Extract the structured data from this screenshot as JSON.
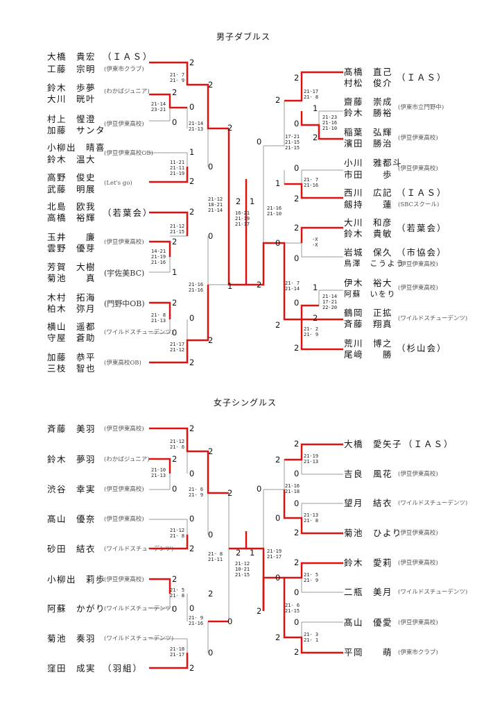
{
  "mens_doubles": {
    "title": "男子ダブルス",
    "pairs": [
      {
        "p1": "大橋　貴宏",
        "p2": "工藤　宗明",
        "club": "（ＩＡＳ）",
        "club2": "(伊東市クラブ)"
      },
      {
        "p1": "鈴木　歩夢",
        "p2": "大川　晄叶",
        "club": "(わかばジュニア)"
      },
      {
        "p1": "村上　惺澄",
        "p2": "加藤　サンタ",
        "club": "(伊豆伊東高校)"
      },
      {
        "p1": "小柳出　晴喜",
        "p2": "鈴木　温大",
        "club": "(伊豆伊東高校OB)"
      },
      {
        "p1": "高野　俊史",
        "p2": "武藤　明展",
        "club": "(Let's go)"
      },
      {
        "p1": "北島　欧我",
        "p2": "高橋　裕輝",
        "club": "（若葉会）"
      },
      {
        "p1": "玉井　　廉",
        "p2": "雲野　優芽",
        "club": "(伊豆伊東高校)"
      },
      {
        "p1": "芳賀　大樹",
        "p2": "菊池　　真",
        "club": "(宇佐美BC)"
      },
      {
        "p1": "木村　拓海",
        "p2": "柏木　弥月",
        "club": "(門野中OB)"
      },
      {
        "p1": "横山　遥都",
        "p2": "守屋　蒼助",
        "club": "(ワイルドスチューデンツ)"
      },
      {
        "p1": "加藤　恭平",
        "p2": "三枝　智也",
        "club": "(伊東高校OB)"
      },
      {
        "p1": "髙橋　直己",
        "p2": "村松　俊介",
        "club": "（ＩＡＳ）"
      },
      {
        "p1": "齋藤　崇成",
        "p2": "鈴木　勝裕",
        "club": "(伊東市立門野中)"
      },
      {
        "p1": "稲葉　弘輝",
        "p2": "濱田　勝治",
        "club": "(伊豆伊東高校)"
      },
      {
        "p1": "小川　雅都斗",
        "p2": "市田　　歩",
        "club": "(伊豆伊東高校)"
      },
      {
        "p1": "西川　広記",
        "p2": "劔持　　蓮",
        "club": "（ＩＡＳ）",
        "club2": "(SBCスクール)"
      },
      {
        "p1": "大川　和彦",
        "p2": "鈴木　貴敏",
        "club": "（若葉会）"
      },
      {
        "p1": "岩城　保久",
        "p2": "鳥澤　こうよう",
        "club": "（市協会）",
        "club2": "(伊豆伊東高校)"
      },
      {
        "p1": "伊木　裕大",
        "p2": "阿蘇　いをり",
        "club": "(伊豆伊東高校)"
      },
      {
        "p1": "鶴岡　正拡",
        "p2": "斉藤　翔真",
        "club": "(ワイルドスチューデンツ)"
      },
      {
        "p1": "荒川　博之",
        "p2": "尾﨑　　勝",
        "club": "（杉山会）"
      }
    ],
    "scores": {
      "l1a": "2",
      "l1b": "0",
      "l2a": "2",
      "l2b": "0",
      "l2c": "0",
      "l3a": "1",
      "l3b": "0",
      "l3c": "2",
      "l4a": "2",
      "l4b": "0",
      "l5a": "2",
      "l5b": "0",
      "l5c": "1",
      "l6a": "2",
      "l6b": "0",
      "l7a": "0",
      "l7b": "2",
      "l8a": "2",
      "l8b": "0",
      "l9a": "2",
      "l9b": "1",
      "lr2a": "2",
      "lr2b": "0",
      "lr2c": "2",
      "lr2d": "1",
      "lsf": "2",
      "lsf2": "1",
      "lq": "2",
      "lq2": "0",
      "r1a": "2",
      "r1b": "1",
      "r1c": "0",
      "r1d": "2",
      "r2a": "0",
      "r2b": "2",
      "r3a": "0",
      "r3b": "1",
      "r4a": "2",
      "r4b": "0",
      "r4c": "0",
      "r5a": "1",
      "r5b": "0",
      "r5c": "2",
      "r6a": "2",
      "rq1": "2",
      "rq2": "0",
      "rq3": "2",
      "rq4": "2",
      "rsf1": "0",
      "rsf2": "2",
      "f1": "2",
      "f2": "1"
    },
    "game_scores": {
      "g1": "21- 7\n21- 9",
      "g2": "21-14\n23-21",
      "g3": "21-14\n21-13",
      "g4": "11-21\n21-11\n21-19",
      "g5": "21-12\n21-15",
      "g6": "14-21\n21-19\n21-16",
      "g7": "21-16\n21-16",
      "g8": "21- 8\n21-13",
      "g9": "21-17\n21-12",
      "g10": "21-12\n18-21\n21-14",
      "gf": "16-21\n21-19\n21-17",
      "r1": "21-17\n21- 8",
      "r2": "21-23\n21-16\n21-10",
      "r3": "17-21\n21-15\n21-15",
      "r4": "21- 7\n21-16",
      "r5": "21-16\n21-10",
      "r6": "-X\n-X",
      "r7": "21- 7\n21-14",
      "r8": "21-14\n17-21\n22-20",
      "r9": "21- 2\n21- 9"
    }
  },
  "womens_singles": {
    "title": "女子シングルス",
    "players": [
      {
        "name": "斉藤　美羽",
        "club": "(伊豆伊東高校)"
      },
      {
        "name": "鈴木　夢羽",
        "club": "(わかばジュニア)"
      },
      {
        "name": "渋谷　幸実",
        "club": "(伊豆伊東高校)"
      },
      {
        "name": "髙山　優奈",
        "club": "(伊豆伊東高校)"
      },
      {
        "name": "砂田　結衣",
        "club": "(ワイルドスチューデンツ)"
      },
      {
        "name": "小柳出　莉歩",
        "club": "(伊豆伊東高校)"
      },
      {
        "name": "阿蘇　かがり",
        "club": "(ワイルドスチューデンツ)"
      },
      {
        "name": "菊池　奏羽",
        "club": "(ワイルドスチューデンツ)"
      },
      {
        "name": "窪田　成実",
        "club": "（羽組）"
      },
      {
        "name": "大橋　愛矢子",
        "club": "（ＩＡＳ）"
      },
      {
        "name": "吉良　風花",
        "club": "(伊豆伊東高校)"
      },
      {
        "name": "望月　結衣",
        "club": "(ワイルドスチューデンツ)"
      },
      {
        "name": "菊池　ひより",
        "club": "(伊豆伊東高校)"
      },
      {
        "name": "鈴木　愛莉",
        "club": "(伊豆伊東高校)"
      },
      {
        "name": "二瓶　美月",
        "club": "(ワイルドスチューデンツ)"
      },
      {
        "name": "髙山　優愛",
        "club": "(伊豆伊東高校)"
      },
      {
        "name": "平岡　　萌",
        "club": "(伊東市クラブ)"
      }
    ],
    "game_scores": {
      "g1": "21-12\n21- 6",
      "g2": "21-10\n21-13",
      "g3": "21- 6\n21- 9",
      "g4": "21-12\n21- 8",
      "g5": "21- 5\n21- 8",
      "g6": "21- 9\n21-16",
      "g7": "21-18\n21-17",
      "g8": "21- 8\n21-11",
      "gf": "21-12\n10-21\n21-15",
      "r1": "21-19\n21-13",
      "r2": "21-16\n21-18",
      "r3": "21-13\n21- 8",
      "r4": "21-19\n21-17",
      "r5": "21- 5\n21- 9",
      "r6": "21- 6\n21-15",
      "r7": "21- 3\n21- 1"
    }
  }
}
